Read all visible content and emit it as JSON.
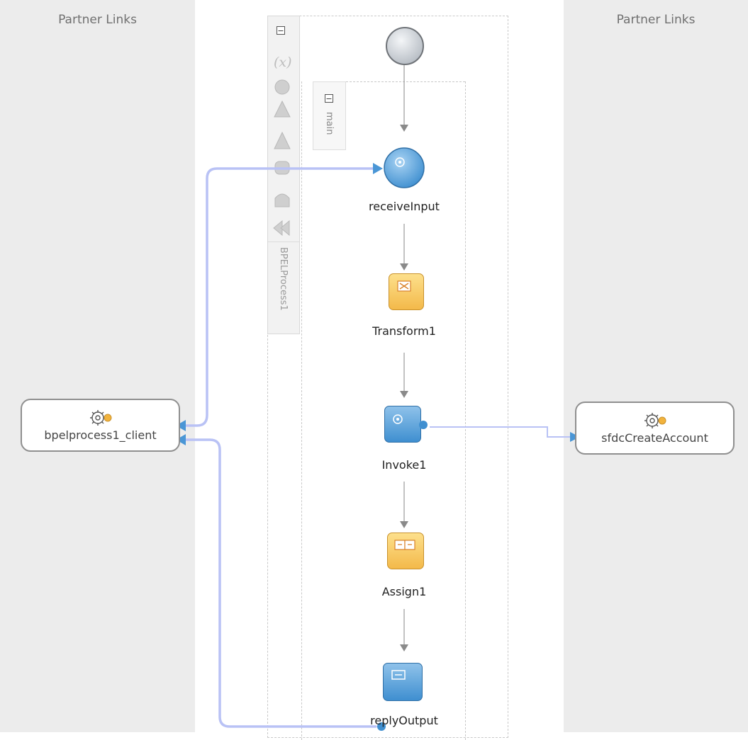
{
  "lanes": {
    "left_title": "Partner Links",
    "right_title": "Partner Links"
  },
  "scopes": {
    "process_label": "BPELProcess1",
    "sequence_label": "main"
  },
  "partners": {
    "client": "bpelprocess1_client",
    "service": "sfdcCreateAccount"
  },
  "activities": [
    {
      "label": "receiveInput",
      "kind": "receive"
    },
    {
      "label": "Transform1",
      "kind": "transform"
    },
    {
      "label": "Invoke1",
      "kind": "invoke"
    },
    {
      "label": "Assign1",
      "kind": "assign"
    },
    {
      "label": "replyOutput",
      "kind": "reply"
    }
  ],
  "colors": {
    "lane_bg": "#ececec",
    "link_line": "#b9c2f5",
    "activity_blue": "#4a96d6",
    "activity_yellow": "#f6c45a"
  },
  "icons": {
    "start": "start-event-circle",
    "partner": "gear-cluster-icon",
    "toolbox": [
      "variables-icon",
      "correlation-icon",
      "fault-handler-icon",
      "catch-all-icon",
      "event-handler-icon",
      "compensation-icon",
      "rewind-icon"
    ]
  }
}
